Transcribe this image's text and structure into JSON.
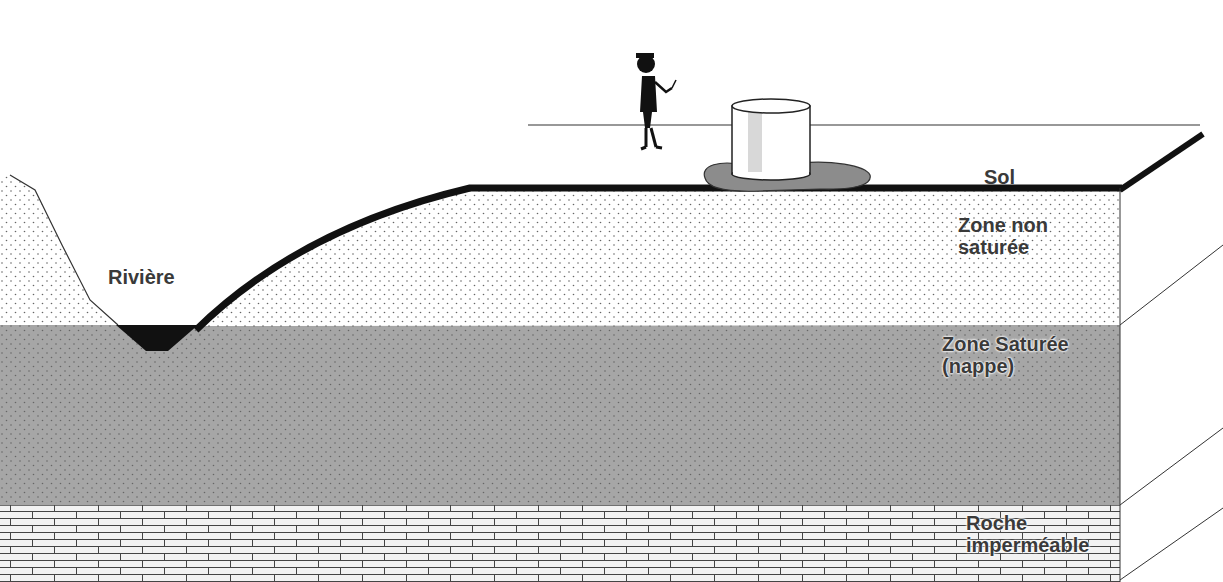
{
  "diagram": {
    "nodes": [
      {
        "text": [
          "Zone non saturée"
        ]
      },
      {
        "text": [
          "Zone Saturée (nappe)"
        ]
      },
      {
        "text": [
          "Roche imperméable"
        ]
      }
    ],
    "labels": [
      "Rivière",
      "Sol"
    ]
  }
}
